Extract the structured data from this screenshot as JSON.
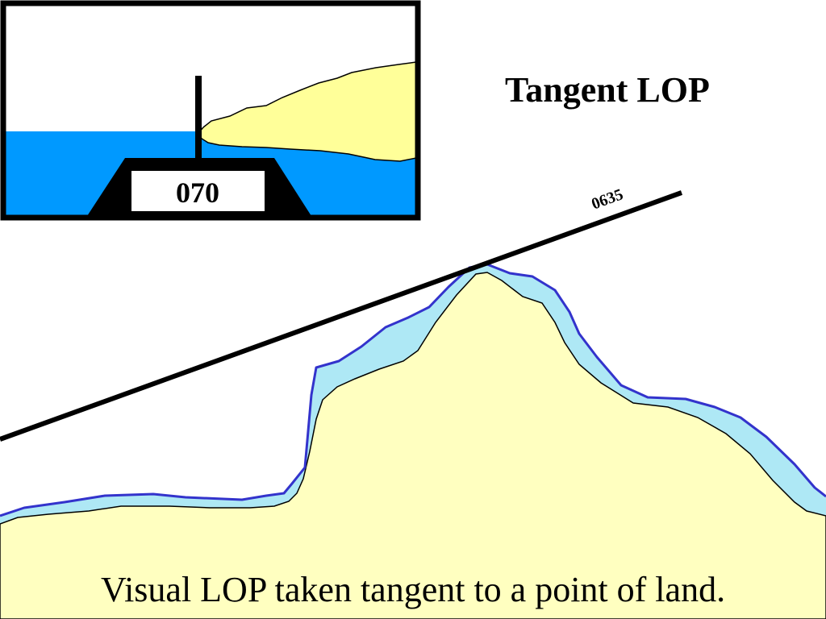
{
  "slide": {
    "title": "Tangent LOP",
    "caption": "Visual LOP taken tangent to a point of land."
  },
  "inset": {
    "bearing_reading": "070"
  },
  "lop": {
    "time_label": "0635"
  },
  "colors": {
    "water": "#0099ff",
    "water_light": "#aee8f5",
    "land": "#ffffc0",
    "inset_land": "#ffff99",
    "shoreline": "#3333cc",
    "ink": "#000000"
  }
}
